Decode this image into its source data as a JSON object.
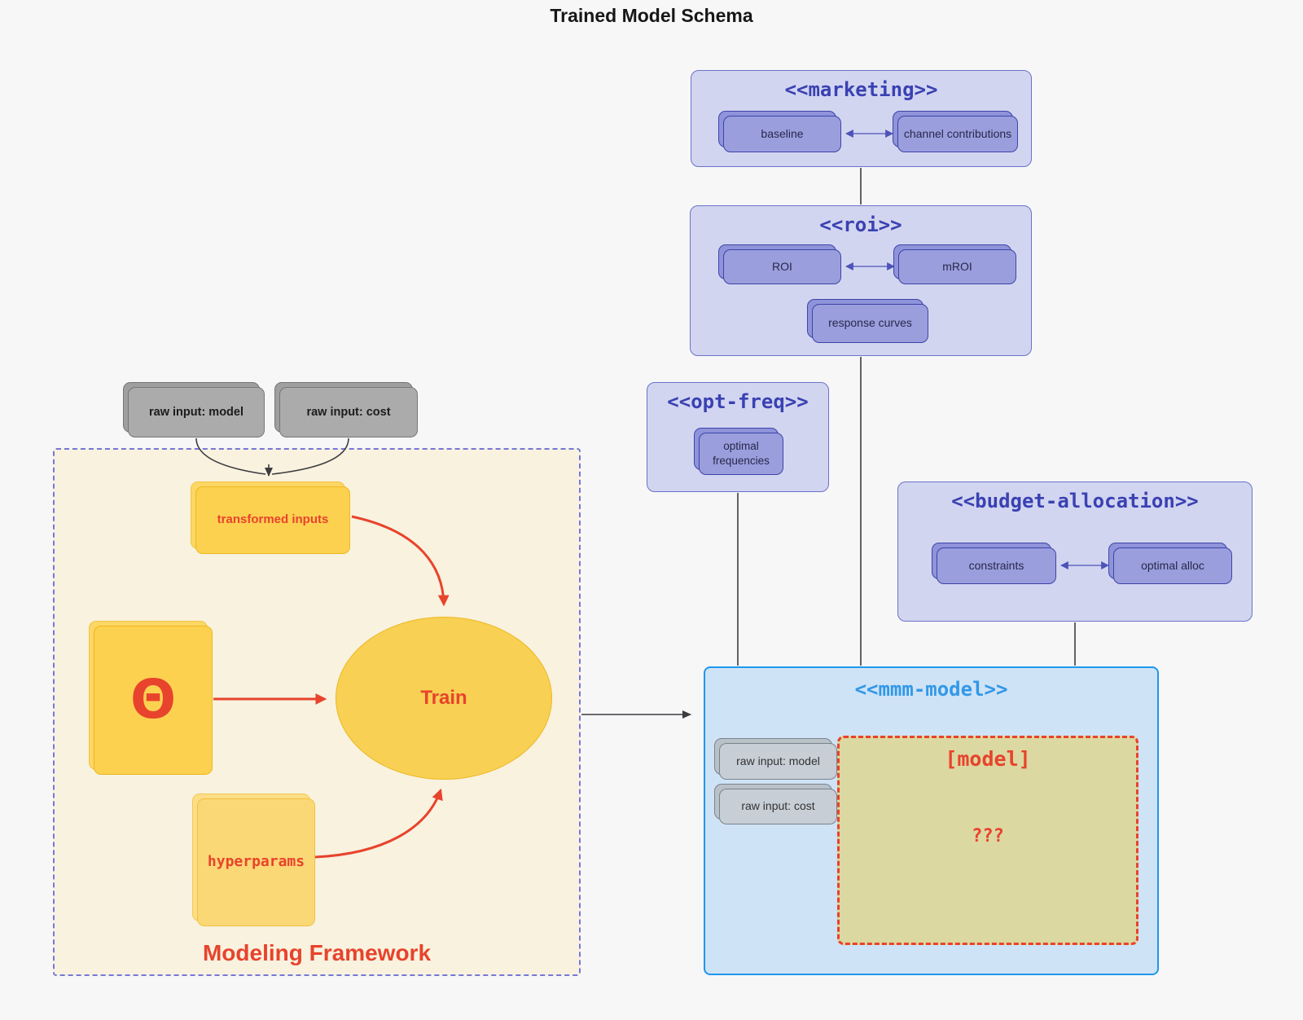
{
  "title": "Trained Model Schema",
  "palette": {
    "background": "#f7f7f8",
    "lavender_fill": "#d2d5f0",
    "lavender_border": "#6b72c8",
    "purple_node_fill": "#9a9edd",
    "purple_node_border": "#3d44a8",
    "group_title_color": "#3a41b2",
    "mmm_fill": "#cfe3f6",
    "mmm_border": "#1e97ee",
    "mmm_title_color": "#3298e8",
    "khaki_fill": "#dcd8a1",
    "red_accent": "#e8432c",
    "framework_fill": "#f8f2df",
    "framework_border": "#7478d8",
    "yellow_fill": "#fcd150",
    "yellow_border": "#eeb71d",
    "gray_node_fill": "#ababab",
    "mmm_gray_node_fill": "#c7ced6",
    "edge_color": "#3c3c40"
  },
  "external_inputs": {
    "raw_input_model": "raw input: model",
    "raw_input_cost": "raw input: cost"
  },
  "groups": {
    "marketing": {
      "title": "<<marketing>>",
      "nodes": {
        "baseline": "baseline",
        "channel_contributions": "channel contributions"
      }
    },
    "roi": {
      "title": "<<roi>>",
      "nodes": {
        "roi": "ROI",
        "mroi": "mROI",
        "response_curves": "response curves"
      }
    },
    "opt_freq": {
      "title": "<<opt-freq>>",
      "nodes": {
        "optimal_frequencies": "optimal frequencies"
      }
    },
    "budget_allocation": {
      "title": "<<budget-allocation>>",
      "nodes": {
        "constraints": "constraints",
        "optimal_alloc": "optimal alloc"
      }
    },
    "mmm_model": {
      "title": "<<mmm-model>>",
      "nodes": {
        "raw_input_model": "raw input: model",
        "raw_input_cost": "raw input: cost",
        "model": "[model]",
        "unknown": "???"
      }
    },
    "modeling_framework": {
      "label": "Modeling Framework",
      "nodes": {
        "transformed_inputs": "transformed inputs",
        "theta": "Θ",
        "train": "Train",
        "hyperparams": "hyperparams"
      }
    }
  }
}
